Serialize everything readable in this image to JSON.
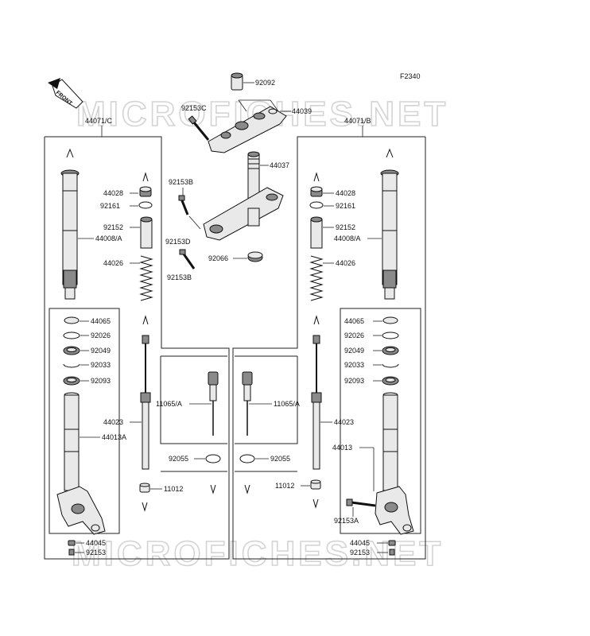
{
  "figure_code": "F2340",
  "front_label": "FRONT",
  "watermark": "MICROFICHES.NET",
  "labels": {
    "p92092": "92092",
    "p92153C": "92153C",
    "p44039": "44039",
    "p44037": "44037",
    "p92153B_top": "92153B",
    "p92153D": "92153D",
    "p92153B_bot": "92153B",
    "p92066": "92066",
    "L_44071": "44071/C",
    "L_44028": "44028",
    "L_92161": "92161",
    "L_92152": "92152",
    "L_44008": "44008/A",
    "L_44026": "44026",
    "L_44065": "44065",
    "L_92026": "92026",
    "L_92049": "92049",
    "L_92033": "92033",
    "L_92093": "92093",
    "L_44023": "44023",
    "L_44013": "44013A",
    "L_11065": "11065/A",
    "L_92055": "92055",
    "L_11012": "11012",
    "L_44045": "44045",
    "L_92153": "92153",
    "R_44071": "44071/B",
    "R_44028": "44028",
    "R_92161": "92161",
    "R_92152": "92152",
    "R_44008": "44008/A",
    "R_44026": "44026",
    "R_44065": "44065",
    "R_92026": "92026",
    "R_92049": "92049",
    "R_92033": "92033",
    "R_92093": "92093",
    "R_44023": "44023",
    "R_44013": "44013",
    "R_11065": "11065/A",
    "R_92055": "92055",
    "R_11012": "11012",
    "R_92153A": "92153A",
    "R_44045": "44045",
    "R_92153": "92153"
  }
}
